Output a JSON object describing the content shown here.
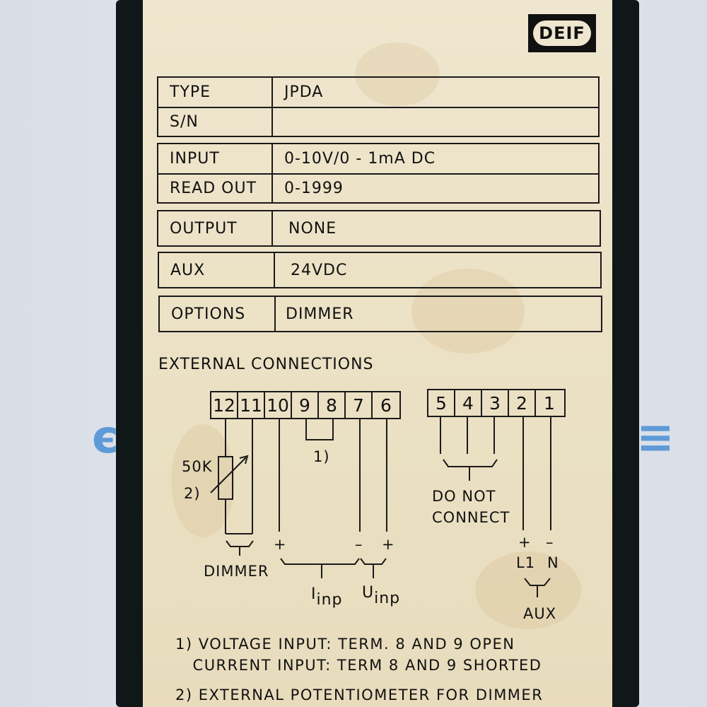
{
  "logo": {
    "text": "DEIF"
  },
  "spec_table": {
    "groups": [
      [
        {
          "label": "TYPE",
          "value": "JPDA"
        },
        {
          "label": "S/N",
          "value": ""
        }
      ],
      [
        {
          "label": "INPUT",
          "value": "0-10V/0 - 1mA DC"
        },
        {
          "label": "READ OUT",
          "value": "0-1999"
        }
      ],
      [
        {
          "label": "OUTPUT",
          "value": "NONE"
        }
      ],
      [
        {
          "label": "AUX",
          "value": "24VDC"
        }
      ],
      [
        {
          "label": "OPTIONS",
          "value": "DIMMER"
        }
      ]
    ]
  },
  "connections": {
    "heading": "EXTERNAL CONNECTIONS",
    "left_terminals": [
      "12",
      "11",
      "10",
      "9",
      "8",
      "7",
      "6"
    ],
    "right_terminals": [
      "5",
      "4",
      "3",
      "2",
      "1"
    ],
    "potentiometer_value": "50K",
    "note_ref_2": "2)",
    "note_ref_1": "1)",
    "dimmer_label": "DIMMER",
    "plus": "+",
    "minus": "–",
    "iinp_main": "I",
    "iinp_sub": "inp",
    "uinp_main": "U",
    "uinp_sub": "inp",
    "do_not_connect_1": "DO NOT",
    "do_not_connect_2": "CONNECT",
    "l1": "L1",
    "n": "N",
    "aux": "AUX"
  },
  "notes": [
    "1) VOLTAGE INPUT: TERM. 8 AND 9 OPEN",
    "   CURRENT INPUT: TERM 8 AND 9 SHORTED",
    "2) EXTERNAL POTENTIOMETER FOR DIMMER"
  ]
}
